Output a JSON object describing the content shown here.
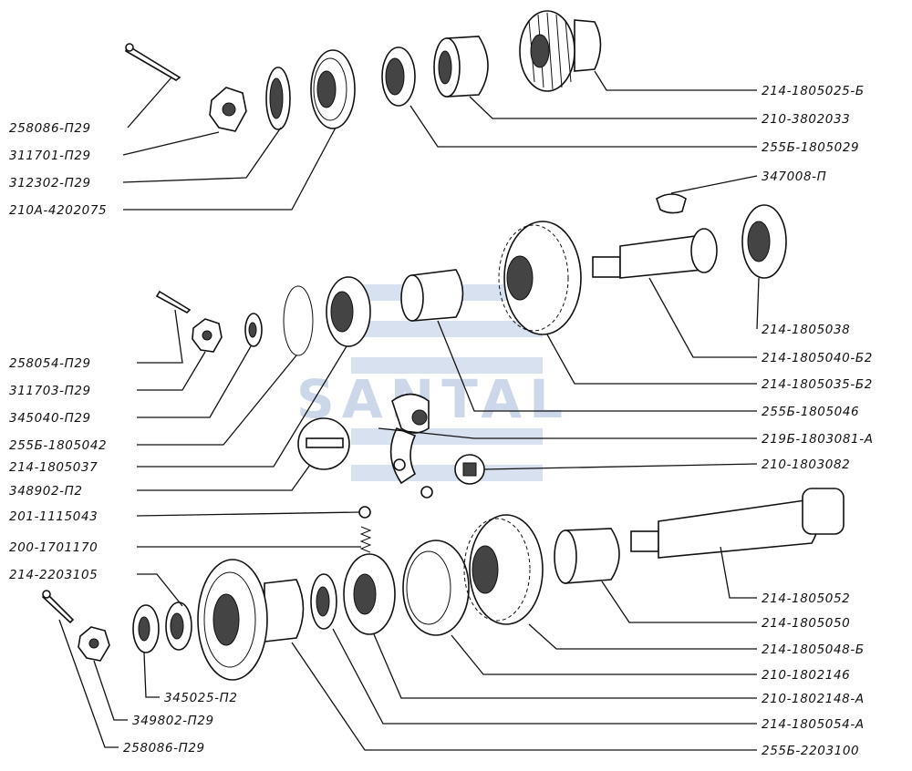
{
  "watermark": "SANTAL",
  "labels": {
    "p_258086_top": "258086-П29",
    "p_311701": "311701-П29",
    "p_312302": "312302-П29",
    "p_210A_4202075": "210А-4202075",
    "p_214_1805025B": "214-1805025-Б",
    "p_210_3802033": "210-3802033",
    "p_255B_1805029": "255Б-1805029",
    "p_347008": "347008-П",
    "p_214_1805038": "214-1805038",
    "p_214_1805040B2": "214-1805040-Б2",
    "p_214_1805035B2": "214-1805035-Б2",
    "p_255B_1805046": "255Б-1805046",
    "p_219B_1803081A": "219Б-1803081-А",
    "p_210_1803082": "210-1803082",
    "p_258054": "258054-П29",
    "p_311703": "311703-П29",
    "p_345040": "345040-П29",
    "p_255B_1805042": "255Б-1805042",
    "p_214_1805037": "214-1805037",
    "p_348902": "348902-П2",
    "p_201_1115043": "201-1115043",
    "p_200_1701170": "200-1701170",
    "p_214_2203105": "214-2203105",
    "p_214_1805052": "214-1805052",
    "p_214_1805050": "214-1805050",
    "p_214_1805048B": "214-1805048-Б",
    "p_210_1802146": "210-1802146",
    "p_210_1802148A": "210-1802148-А",
    "p_214_1805054A": "214-1805054-А",
    "p_255B_2203100": "255Б-2203100",
    "p_345025": "345025-П2",
    "p_349802": "349802-П29",
    "p_258086_bottom": "258086-П29"
  }
}
